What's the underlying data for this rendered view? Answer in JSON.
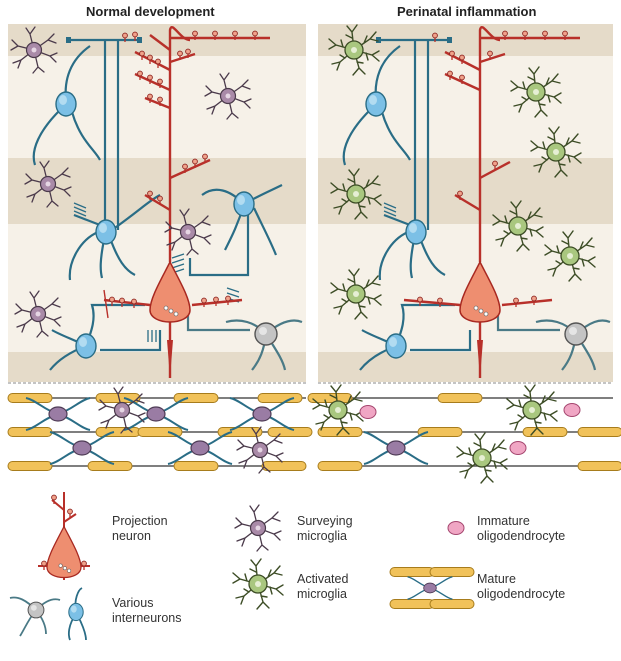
{
  "panels": {
    "left_title": "Normal development",
    "right_title": "Perinatal inflammation"
  },
  "legend": {
    "projection_neuron": "Projection\nneuron",
    "interneurons": "Various\ninterneurons",
    "surveying_microglia": "Surveying\nmicroglia",
    "activated_microglia": "Activated\nmicroglia",
    "immature_oligodendrocyte": "Immature\noligodendrocyte",
    "mature_oligodendrocyte": "Mature\noligodendrocyte"
  },
  "colors": {
    "band_dark": "#e5dbc9",
    "band_light": "#f6f1e8",
    "neuron_red": "#b8302a",
    "neuron_fill": "#ee8e70",
    "interneuron_teal": "#2a6d86",
    "interneuron_blue": "#6aaed6",
    "surveying_microglia": "#8c6f8c",
    "activated_microglia": "#7f9c5a",
    "immature_oligo": "#e88bb0",
    "myelin_yellow": "#f1c25a",
    "mature_oligo_body": "#8b6f95",
    "gray_interneuron": "#b5b5b5"
  }
}
